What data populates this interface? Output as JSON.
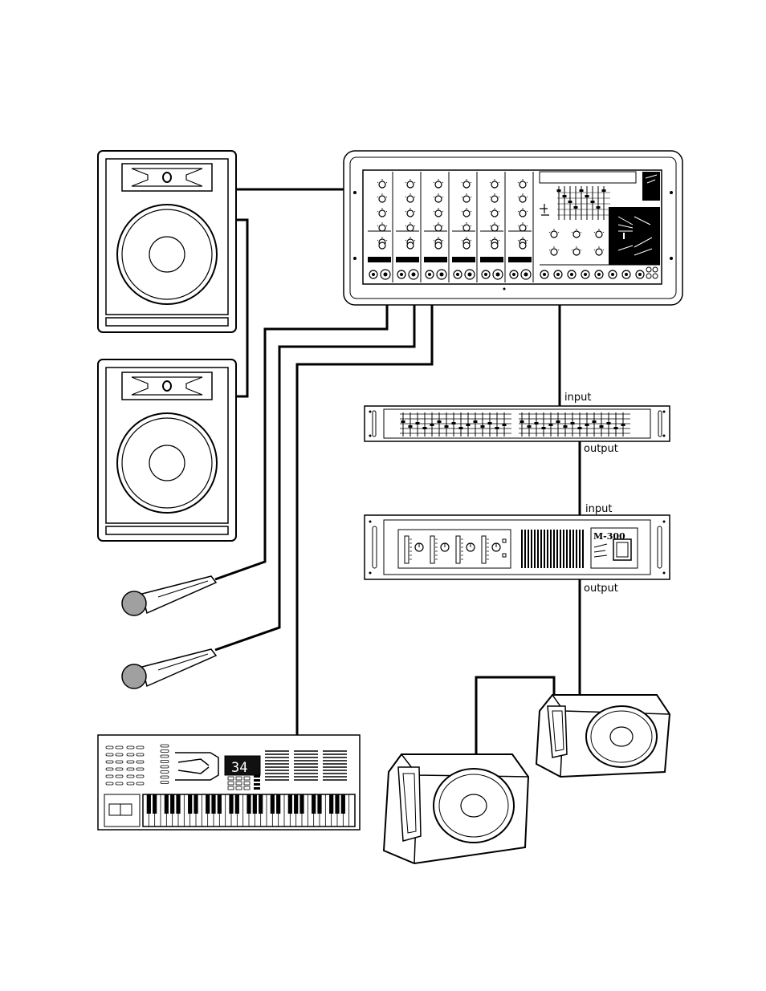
{
  "labels": {
    "eq_input": "input",
    "eq_output": "output",
    "amp_input": "input",
    "amp_output": "output",
    "amp_model": "M-300",
    "keyboard_display": "34"
  },
  "colors": {
    "line": "#000000",
    "background": "#ffffff",
    "mic_head": "#a0a0a0",
    "display": "#111111"
  },
  "icons": [
    "speaker-cabinet-icon",
    "powered-mixer-icon",
    "graphic-equalizer-icon",
    "power-amplifier-icon",
    "microphone-icon",
    "keyboard-synth-icon",
    "floor-monitor-icon"
  ]
}
